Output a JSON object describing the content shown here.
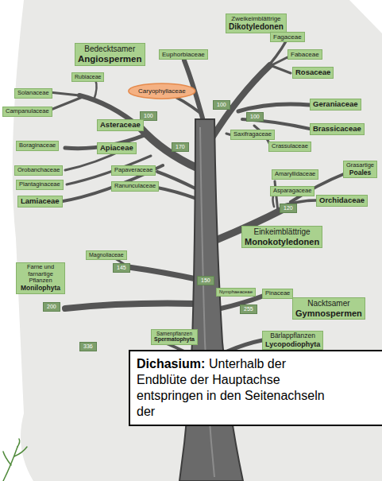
{
  "diagram": {
    "nodes": [
      {
        "text": [
          "Zweikeimblättrige",
          "Dikotyledonen"
        ]
      },
      {
        "text": [
          "Fagaceae"
        ]
      },
      {
        "text": [
          "Bedecktsamer",
          "Angiospermen"
        ]
      },
      {
        "text": [
          "Euphorbiaceae"
        ]
      },
      {
        "text": [
          "Fabaceae"
        ]
      },
      {
        "text": [
          "Rosaceae"
        ]
      },
      {
        "text": [
          "Rubiaceae"
        ]
      },
      {
        "text": [
          "Caryophyllaceae"
        ]
      },
      {
        "text": [
          "Solanaceae"
        ]
      },
      {
        "text": [
          "Geraniaceae"
        ]
      },
      {
        "text": [
          "100"
        ]
      },
      {
        "text": [
          "Campanulaceae"
        ]
      },
      {
        "text": [
          "100"
        ]
      },
      {
        "text": [
          "100"
        ]
      },
      {
        "text": [
          "Asteraceae"
        ]
      },
      {
        "text": [
          "Brassicaceae"
        ]
      },
      {
        "text": [
          "Saxifragaceae"
        ]
      },
      {
        "text": [
          "Boraginaceae"
        ]
      },
      {
        "text": [
          "Apiaceae"
        ]
      },
      {
        "text": [
          "170"
        ]
      },
      {
        "text": [
          "Crassulaceae"
        ]
      },
      {
        "text": [
          "Grasartige",
          "Poales"
        ]
      },
      {
        "text": [
          "Orobanchaceae"
        ]
      },
      {
        "text": [
          "Papaveraceae"
        ]
      },
      {
        "text": [
          "Amaryllidaceae"
        ]
      },
      {
        "text": [
          "Plantaginaceae"
        ]
      },
      {
        "text": [
          "Ranunculaceae"
        ]
      },
      {
        "text": [
          "Asparagaceae"
        ]
      },
      {
        "text": [
          "Orchidaceae"
        ]
      },
      {
        "text": [
          "Lamiaceae"
        ]
      },
      {
        "text": [
          "120"
        ]
      },
      {
        "text": [
          "Einkeimblättrige",
          "Monokotyledonen"
        ]
      },
      {
        "text": [
          "Magnoliaceae"
        ]
      },
      {
        "text": [
          "145"
        ]
      },
      {
        "text": [
          "Farne und farnartige Pflanzen",
          "Monilophyta"
        ]
      },
      {
        "text": [
          "150"
        ]
      },
      {
        "text": [
          "Nymphaeaceae"
        ]
      },
      {
        "text": [
          "Pinaceae"
        ]
      },
      {
        "text": [
          "Nacktsamer",
          "Gymnospermen"
        ]
      },
      {
        "text": [
          "200"
        ]
      },
      {
        "text": [
          "255"
        ]
      },
      {
        "text": [
          "Samenpflanzen",
          "Spermatophyta"
        ]
      },
      {
        "text": [
          "Bärlappflanzen",
          "Lycopodiophyta"
        ]
      },
      {
        "text": [
          "336"
        ]
      },
      {
        "text": [
          "Dichasium:",
          "Unterhalb der Endblüte der Hauptachse entspringen in den Seitenachseln der"
        ]
      }
    ]
  }
}
